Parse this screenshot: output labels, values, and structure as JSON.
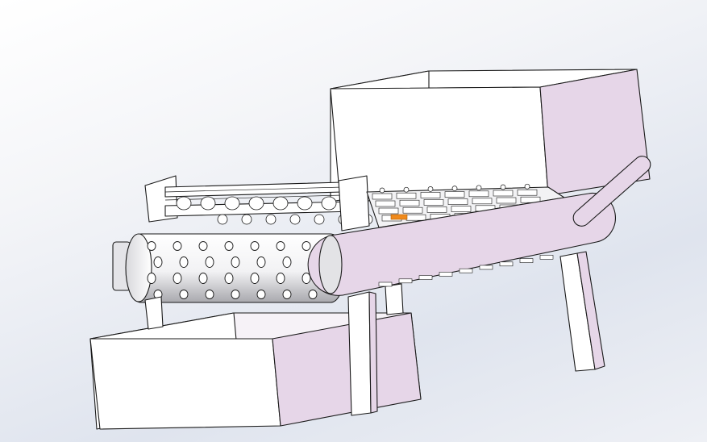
{
  "model": {
    "colors": {
      "background": "#e4e8f0",
      "face_white": "#ffffff",
      "face_lilac": "#e6d6e8",
      "face_lilac_dark": "#d8c4dc",
      "edge": "#1a1a1a",
      "drum_shade": "#c9c9cc",
      "accent_orange": "#f08a1c"
    },
    "drum": {
      "hole_rows": 4,
      "hole_cols": 7
    },
    "conveyor": {
      "grid_rows": 4,
      "grid_cols": 7
    }
  }
}
